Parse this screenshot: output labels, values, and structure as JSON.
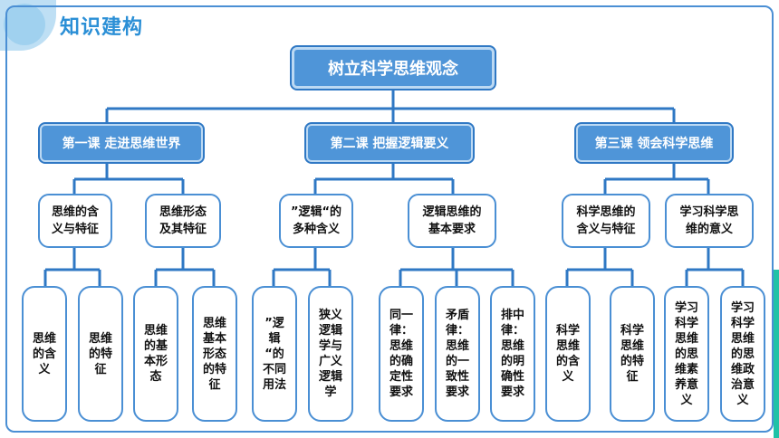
{
  "header": {
    "title": "知识建构"
  },
  "root": {
    "label": "树立科学思维观念"
  },
  "lessons": [
    {
      "label": "第一课  走进思维世界"
    },
    {
      "label": "第二课  把握逻辑要义"
    },
    {
      "label": "第三课  领会科学思维"
    }
  ],
  "topics": [
    {
      "label": "思维的含\n义与特征"
    },
    {
      "label": "思维形态\n及其特征"
    },
    {
      "label": "”逻辑“的\n多种含义"
    },
    {
      "label": "逻辑思维的\n基本要求"
    },
    {
      "label": "科学思维的\n含义与特征"
    },
    {
      "label": "学习科学思\n维的意义"
    }
  ],
  "leaves": [
    {
      "label": "思维\n的含\n义"
    },
    {
      "label": "思维\n的特\n征"
    },
    {
      "label": "思维\n的基\n本形\n态"
    },
    {
      "label": "思维\n基本\n形态\n的特\n征"
    },
    {
      "label": "”逻\n辑\n“的\n不同\n用法"
    },
    {
      "label": "狭义\n逻辑\n学与\n广义\n逻辑\n学"
    },
    {
      "label": "同一\n律：\n思维\n的确\n定性\n要求"
    },
    {
      "label": "矛盾\n律：\n思维\n的一\n致性\n要求"
    },
    {
      "label": "排中\n律：\n思维\n的明\n确性\n要求"
    },
    {
      "label": "科学\n思维\n的含\n义"
    },
    {
      "label": "科学\n思维\n的特\n征"
    },
    {
      "label": "学习\n科学\n思维\n的思\n维素\n养意\n义"
    },
    {
      "label": "学习\n科学\n思维\n的思\n维政\n治意\n义"
    }
  ]
}
